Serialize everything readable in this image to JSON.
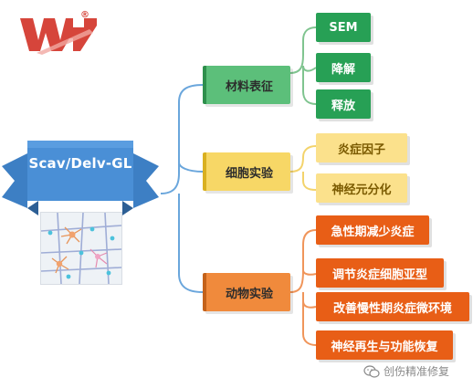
{
  "brand": {
    "logo_name": "WH logo",
    "registered_mark": "®",
    "colors": {
      "logo_red": "#d6453b"
    }
  },
  "center": {
    "label": "Scav/Delv-GL",
    "ribbon_color": "#3d7fc4",
    "ribbon_dark": "#2d5f95"
  },
  "branches": [
    {
      "label": "材料表征",
      "fill": "#5cbf7a",
      "accent": "#2e8f4c",
      "leaf_fill": "#27a055",
      "leaf_text_dark": false,
      "connector": "#7fc48f",
      "leaves": [
        "SEM",
        "降解",
        "释放"
      ]
    },
    {
      "label": "细胞实验",
      "fill": "#f7d766",
      "accent": "#d9b020",
      "leaf_fill": "#fbe18c",
      "leaf_text_dark": true,
      "connector": "#f3d36b",
      "leaves": [
        "炎症因子",
        "神经元分化"
      ]
    },
    {
      "label": "动物实验",
      "fill": "#f08a3c",
      "accent": "#c4621a",
      "leaf_fill": "#e85e16",
      "leaf_text_dark": false,
      "connector": "#f0955a",
      "leaves": [
        "急性期减少炎症",
        "调节炎症细胞亚型",
        "改善慢性期炎症微环境",
        "神经再生与功能恢复"
      ]
    }
  ],
  "trunk_color": "#6aa6dc",
  "watermark": {
    "icon": "wechat-icon",
    "text": "创伤精准修复"
  }
}
